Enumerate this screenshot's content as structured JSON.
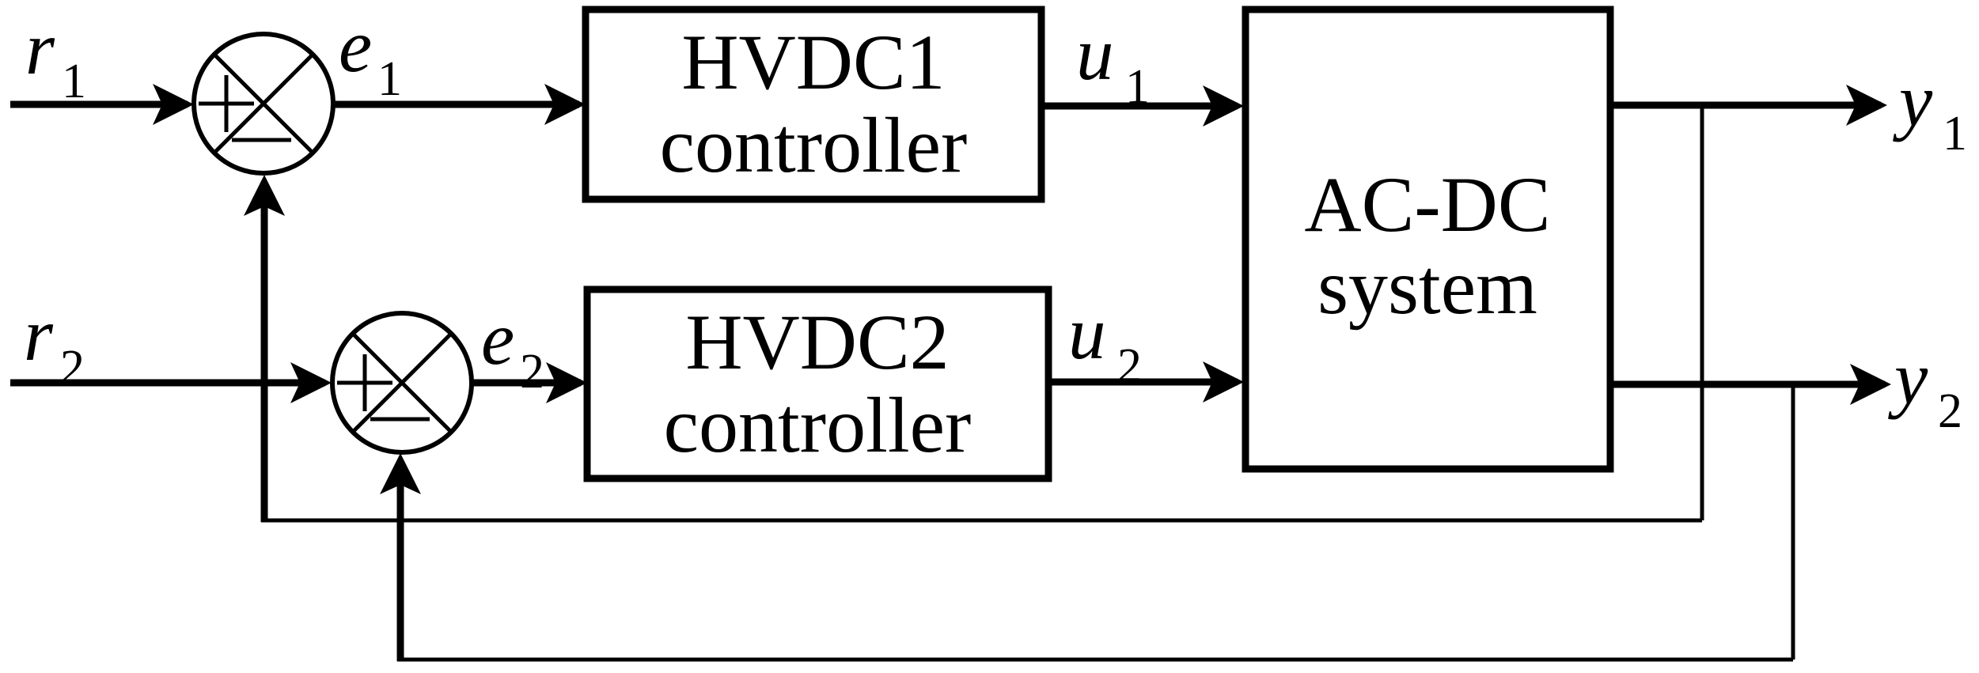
{
  "colors": {
    "background": "#ffffff",
    "line": "#000000",
    "text": "#000000"
  },
  "blocks": {
    "hvdc1": {
      "line1": "HVDC1",
      "line2": "controller"
    },
    "hvdc2": {
      "line1": "HVDC2",
      "line2": "controller"
    },
    "acdc": {
      "line1": "AC-DC",
      "line2": "system"
    }
  },
  "signals": {
    "r1": {
      "main": "r",
      "sub": "1"
    },
    "e1": {
      "main": "e",
      "sub": "1"
    },
    "u1": {
      "main": "u",
      "sub": "1"
    },
    "y1": {
      "main": "y",
      "sub": "1"
    },
    "r2": {
      "main": "r",
      "sub": "2"
    },
    "e2": {
      "main": "e",
      "sub": "2"
    },
    "u2": {
      "main": "u",
      "sub": "2"
    },
    "y2": {
      "main": "y",
      "sub": "2"
    }
  },
  "junctions": {
    "j1": {
      "plus": "+",
      "minus": "−"
    },
    "j2": {
      "plus": "+",
      "minus": "−"
    }
  }
}
